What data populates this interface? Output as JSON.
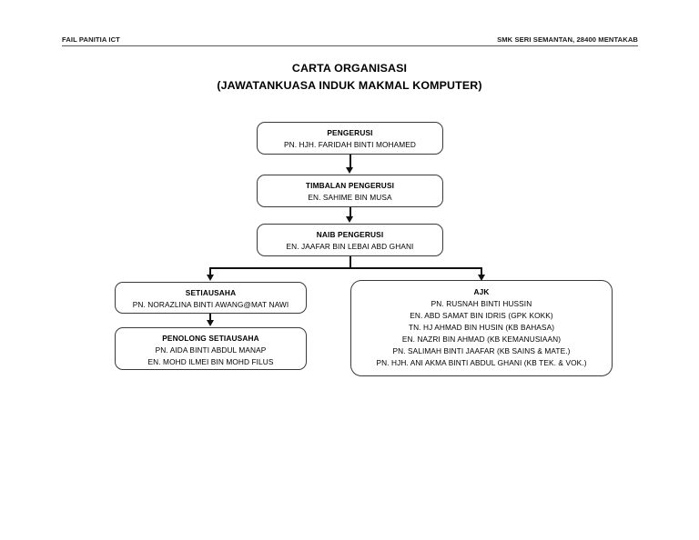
{
  "header": {
    "left": "FAIL PANITIA ICT",
    "right": "SMK SERI SEMANTAN, 28400 MENTAKAB"
  },
  "title": {
    "line1": "CARTA ORGANISASI",
    "line2": "(JAWATANKUASA INDUK MAKMAL KOMPUTER)"
  },
  "nodes": {
    "pengerusi": {
      "role": "PENGERUSI",
      "people": [
        "PN. HJH. FARIDAH BINTI MOHAMED"
      ]
    },
    "timbalan_pengerusi": {
      "role": "TIMBALAN PENGERUSI",
      "people": [
        "EN. SAHIME BIN MUSA"
      ]
    },
    "naib_pengerusi": {
      "role": "NAIB PENGERUSI",
      "people": [
        "EN. JAAFAR BIN LEBAI ABD GHANI"
      ]
    },
    "setiausaha": {
      "role": "SETIAUSAHA",
      "people": [
        "PN. NORAZLINA BINTI AWANG@MAT NAWI"
      ]
    },
    "penolong_setiausaha": {
      "role": "PENOLONG SETIAUSAHA",
      "people": [
        "PN. AIDA BINTI ABDUL MANAP",
        "EN. MOHD ILMEI BIN MOHD FILUS"
      ]
    },
    "ajk": {
      "role": "AJK",
      "people": [
        "PN. RUSNAH BINTI HUSSIN",
        "EN. ABD SAMAT BIN IDRIS (GPK KOKK)",
        "TN. HJ AHMAD BIN HUSIN (KB BAHASA)",
        "EN. NAZRI BIN AHMAD (KB KEMANUSIAAN)",
        "PN. SALIMAH BINTI JAAFAR (KB SAINS & MATE.)",
        "PN. HJH. ANI AKMA BINTI ABDUL GHANI (KB TEK. & VOK.)"
      ]
    }
  },
  "colors": {
    "page_background": "#ffffff",
    "text": "#000000",
    "box_border": "#3a3a3a",
    "connector": "#111111",
    "header_rule": "#595959"
  }
}
